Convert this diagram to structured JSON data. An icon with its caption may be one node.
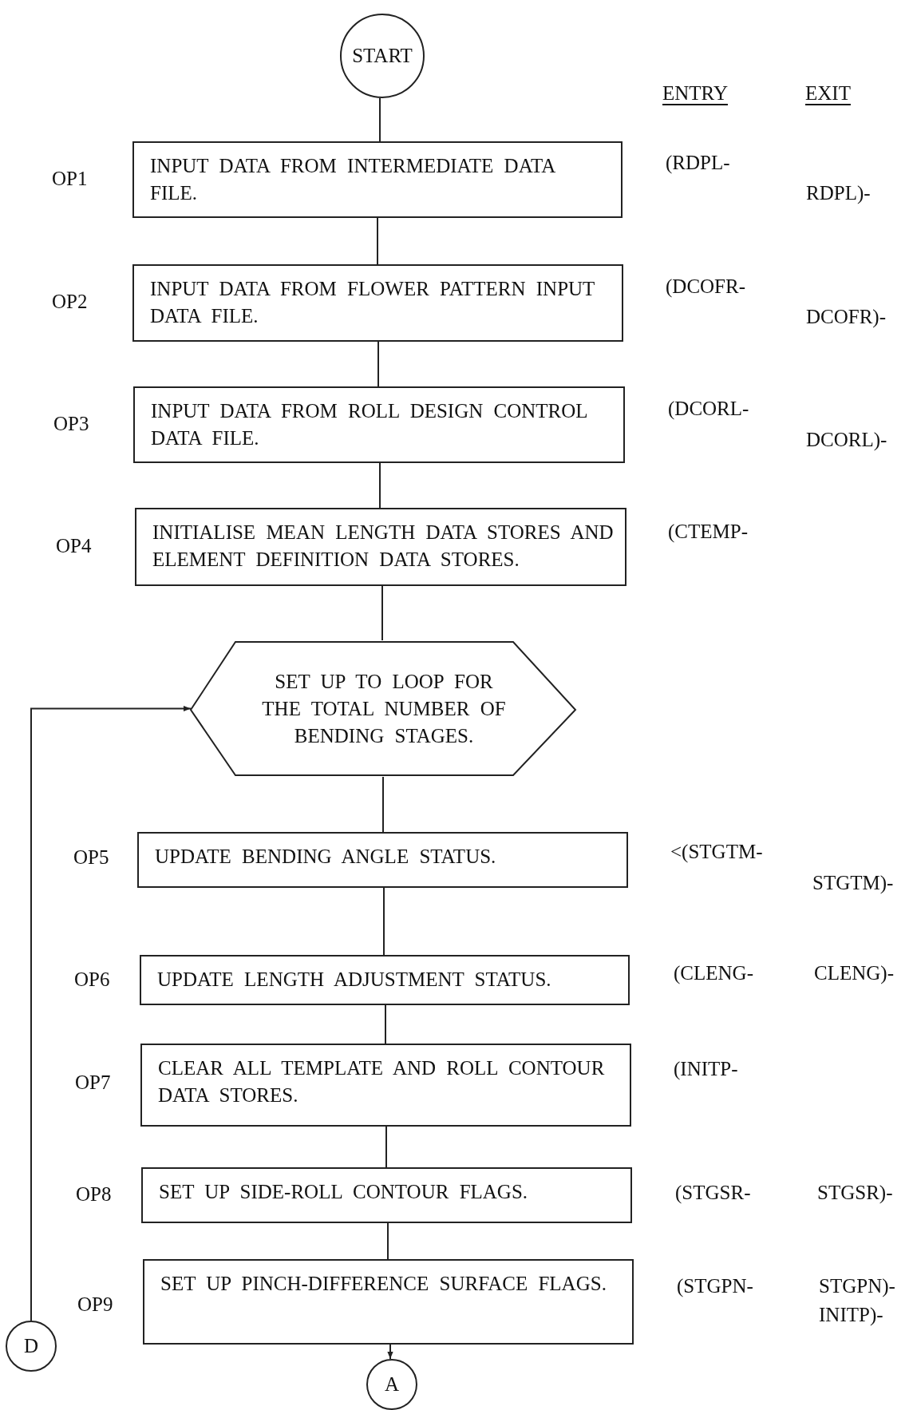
{
  "diagram": {
    "nodes": [
      {
        "text": [
          "START"
        ]
      },
      {
        "text": [
          "INPUT DATA FROM INTERMEDIATE DATA FILE."
        ],
        "beside": [
          "OP1"
        ]
      },
      {
        "text": [
          "INPUT DATA FROM FLOWER PATTERN INPUT DATA FILE."
        ],
        "beside": [
          "OP2"
        ]
      },
      {
        "text": [
          "INPUT DATA FROM ROLL DESIGN CONTROL DATA FILE."
        ],
        "beside": [
          "OP3"
        ]
      },
      {
        "text": [
          "INITIALISE MEAN LENGTH DATA STORES AND ELEMENT DEFINITION DATA STORES."
        ],
        "beside": [
          "OP4"
        ]
      },
      {
        "text": [
          "SET UP TO LOOP FOR THE TOTAL NUMBER OF BENDING STAGES."
        ]
      },
      {
        "text": [
          "UPDATE BENDING ANGLE STATUS."
        ],
        "beside": [
          "OP5"
        ]
      },
      {
        "text": [
          "UPDATE LENGTH ADJUSTMENT STATUS."
        ],
        "beside": [
          "OP6"
        ]
      },
      {
        "text": [
          "CLEAR ALL TEMPLATE AND ROLL CONTOUR DATA STORES."
        ],
        "beside": [
          "OP7"
        ]
      },
      {
        "text": [
          "SET UP SIDE-ROLL CONTOUR FLAGS."
        ],
        "beside": [
          "OP8"
        ]
      },
      {
        "text": [
          "SET UP PINCH-DIFFERENCE SURFACE FLAGS."
        ],
        "beside": [
          "OP9"
        ]
      },
      {
        "text": [
          "D"
        ]
      },
      {
        "text": [
          "A"
        ]
      }
    ],
    "edges": [
      {
        "from": 0,
        "to": 1,
        "arrow": "none"
      },
      {
        "from": 1,
        "to": 2,
        "arrow": "none"
      },
      {
        "from": 2,
        "to": 3,
        "arrow": "none"
      },
      {
        "from": 3,
        "to": 4,
        "arrow": "none"
      },
      {
        "from": 4,
        "to": 5,
        "arrow": "none"
      },
      {
        "from": 5,
        "to": 6,
        "arrow": "none"
      },
      {
        "from": 6,
        "to": 7,
        "arrow": "none"
      },
      {
        "from": 7,
        "to": 8,
        "arrow": "none"
      },
      {
        "from": 8,
        "to": 9,
        "arrow": "none"
      },
      {
        "from": 9,
        "to": 10,
        "arrow": "none"
      },
      {
        "from": 10,
        "to": 12,
        "arrow": "to"
      },
      {
        "from": 11,
        "to": 5,
        "arrow": "to"
      }
    ],
    "labels": [
      "ENTRY",
      "EXIT",
      "(RDPL-",
      "RDPL)-",
      "(DCOFR-",
      "DCOFR)-",
      "(DCORL-",
      "DCORL)-",
      "(CTEMP-",
      "<(STGTM-",
      "STGTM)-",
      "(CLENG-",
      "CLENG)-",
      "(INITP-",
      "(STGSR-",
      "STGSR)-",
      "(STGPN-",
      "STGPN)-",
      "INITP)-"
    ]
  }
}
